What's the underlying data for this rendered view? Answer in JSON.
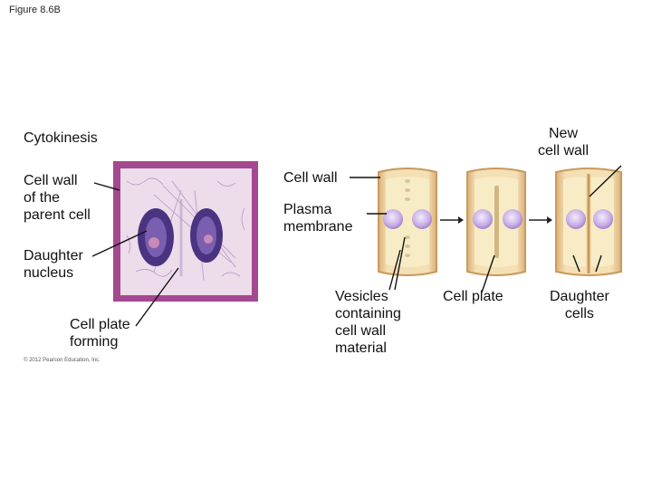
{
  "figure_label": "Figure 8.6B",
  "title": "Cytokinesis",
  "copyright": "© 2012 Pearson Education, Inc.",
  "micrograph_labels": {
    "cell_wall_parent": "Cell wall\nof the\nparent cell",
    "daughter_nucleus": "Daughter\nnucleus",
    "cell_plate_forming": "Cell plate\nforming"
  },
  "diagram_labels": {
    "cell_wall": "Cell wall",
    "plasma_membrane": "Plasma\nmembrane",
    "new_cell_wall": "New\ncell wall",
    "vesicles": "Vesicles\ncontaining\ncell wall\nmaterial",
    "cell_plate": "Cell plate",
    "daughter_cells": "Daughter\ncells"
  },
  "colors": {
    "cell_wall": "#f0d6a8",
    "cytoplasm": "#f5eab8",
    "nucleus": "#c9b2e6",
    "micrograph_border": "#9a3f86",
    "chromosome": "#3d2a6e"
  }
}
